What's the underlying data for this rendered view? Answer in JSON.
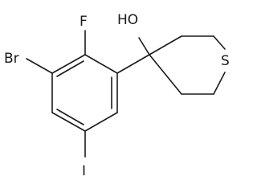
{
  "molecule": {
    "atoms": {
      "br": "Br",
      "f": "F",
      "oh": "HO",
      "s": "S",
      "i": "I"
    }
  }
}
